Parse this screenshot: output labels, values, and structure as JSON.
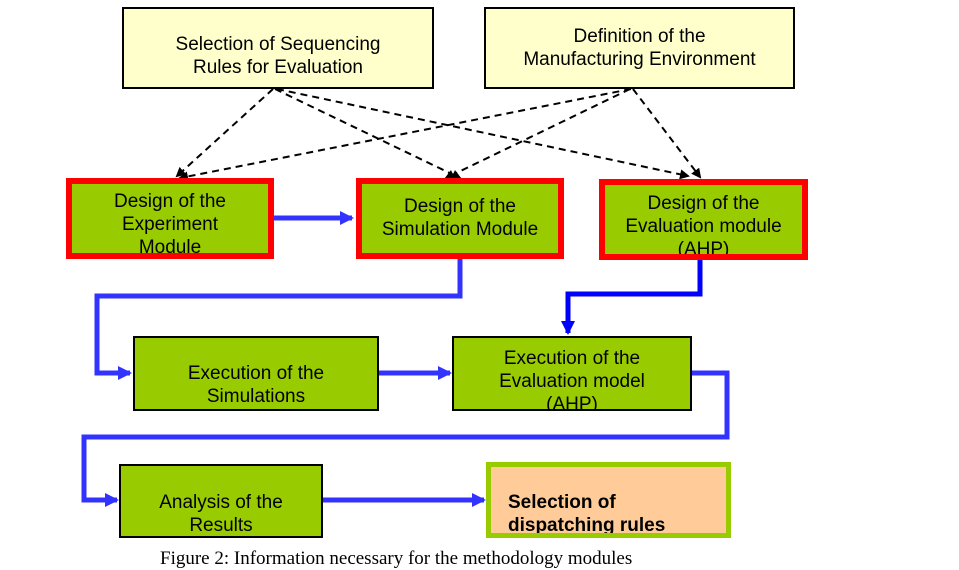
{
  "figure": {
    "caption": "Figure 2: Information necessary for the methodology modules",
    "colors": {
      "input_box_fill": "#ffffcc",
      "module_fill": "#99cc00",
      "highlight_border": "#ff0000",
      "output_fill": "#ffcc99",
      "flow_arrow": "#0000ff",
      "info_arrow": "#000000"
    }
  },
  "nodes": {
    "selection_rules": {
      "line1": "Selection of Sequencing",
      "line2": "Rules for Evaluation"
    },
    "manufacturing_env": {
      "line1": "Definition of the",
      "line2": "Manufacturing Environment"
    },
    "experiment_module": {
      "line1": "Design of the",
      "line2": "Experiment",
      "line3": "Module"
    },
    "simulation_module": {
      "line1": "Design of the",
      "line2": "Simulation Module"
    },
    "evaluation_module": {
      "line1": "Design of the",
      "line2": "Evaluation module",
      "line3": "(AHP)"
    },
    "execution_simulations": {
      "line1": "Execution of the",
      "line2": "Simulations"
    },
    "execution_evaluation": {
      "line1": "Execution of the",
      "line2": "Evaluation model",
      "line3": "(AHP)"
    },
    "analysis_results": {
      "line1": "Analysis of the",
      "line2": "Results"
    },
    "selection_dispatching": {
      "line1": "Selection of",
      "line2": "dispatching rules"
    }
  },
  "edges": [
    {
      "from": "selection_rules",
      "to": "experiment_module",
      "style": "dashed"
    },
    {
      "from": "selection_rules",
      "to": "simulation_module",
      "style": "dashed"
    },
    {
      "from": "selection_rules",
      "to": "evaluation_module",
      "style": "dashed"
    },
    {
      "from": "manufacturing_env",
      "to": "experiment_module",
      "style": "dashed"
    },
    {
      "from": "manufacturing_env",
      "to": "simulation_module",
      "style": "dashed"
    },
    {
      "from": "manufacturing_env",
      "to": "evaluation_module",
      "style": "dashed"
    },
    {
      "from": "experiment_module",
      "to": "simulation_module",
      "style": "solid"
    },
    {
      "from": "simulation_module",
      "to": "execution_simulations",
      "style": "solid"
    },
    {
      "from": "evaluation_module",
      "to": "execution_evaluation",
      "style": "solid"
    },
    {
      "from": "execution_simulations",
      "to": "execution_evaluation",
      "style": "solid"
    },
    {
      "from": "execution_evaluation",
      "to": "analysis_results",
      "style": "solid"
    },
    {
      "from": "analysis_results",
      "to": "selection_dispatching",
      "style": "solid"
    }
  ]
}
